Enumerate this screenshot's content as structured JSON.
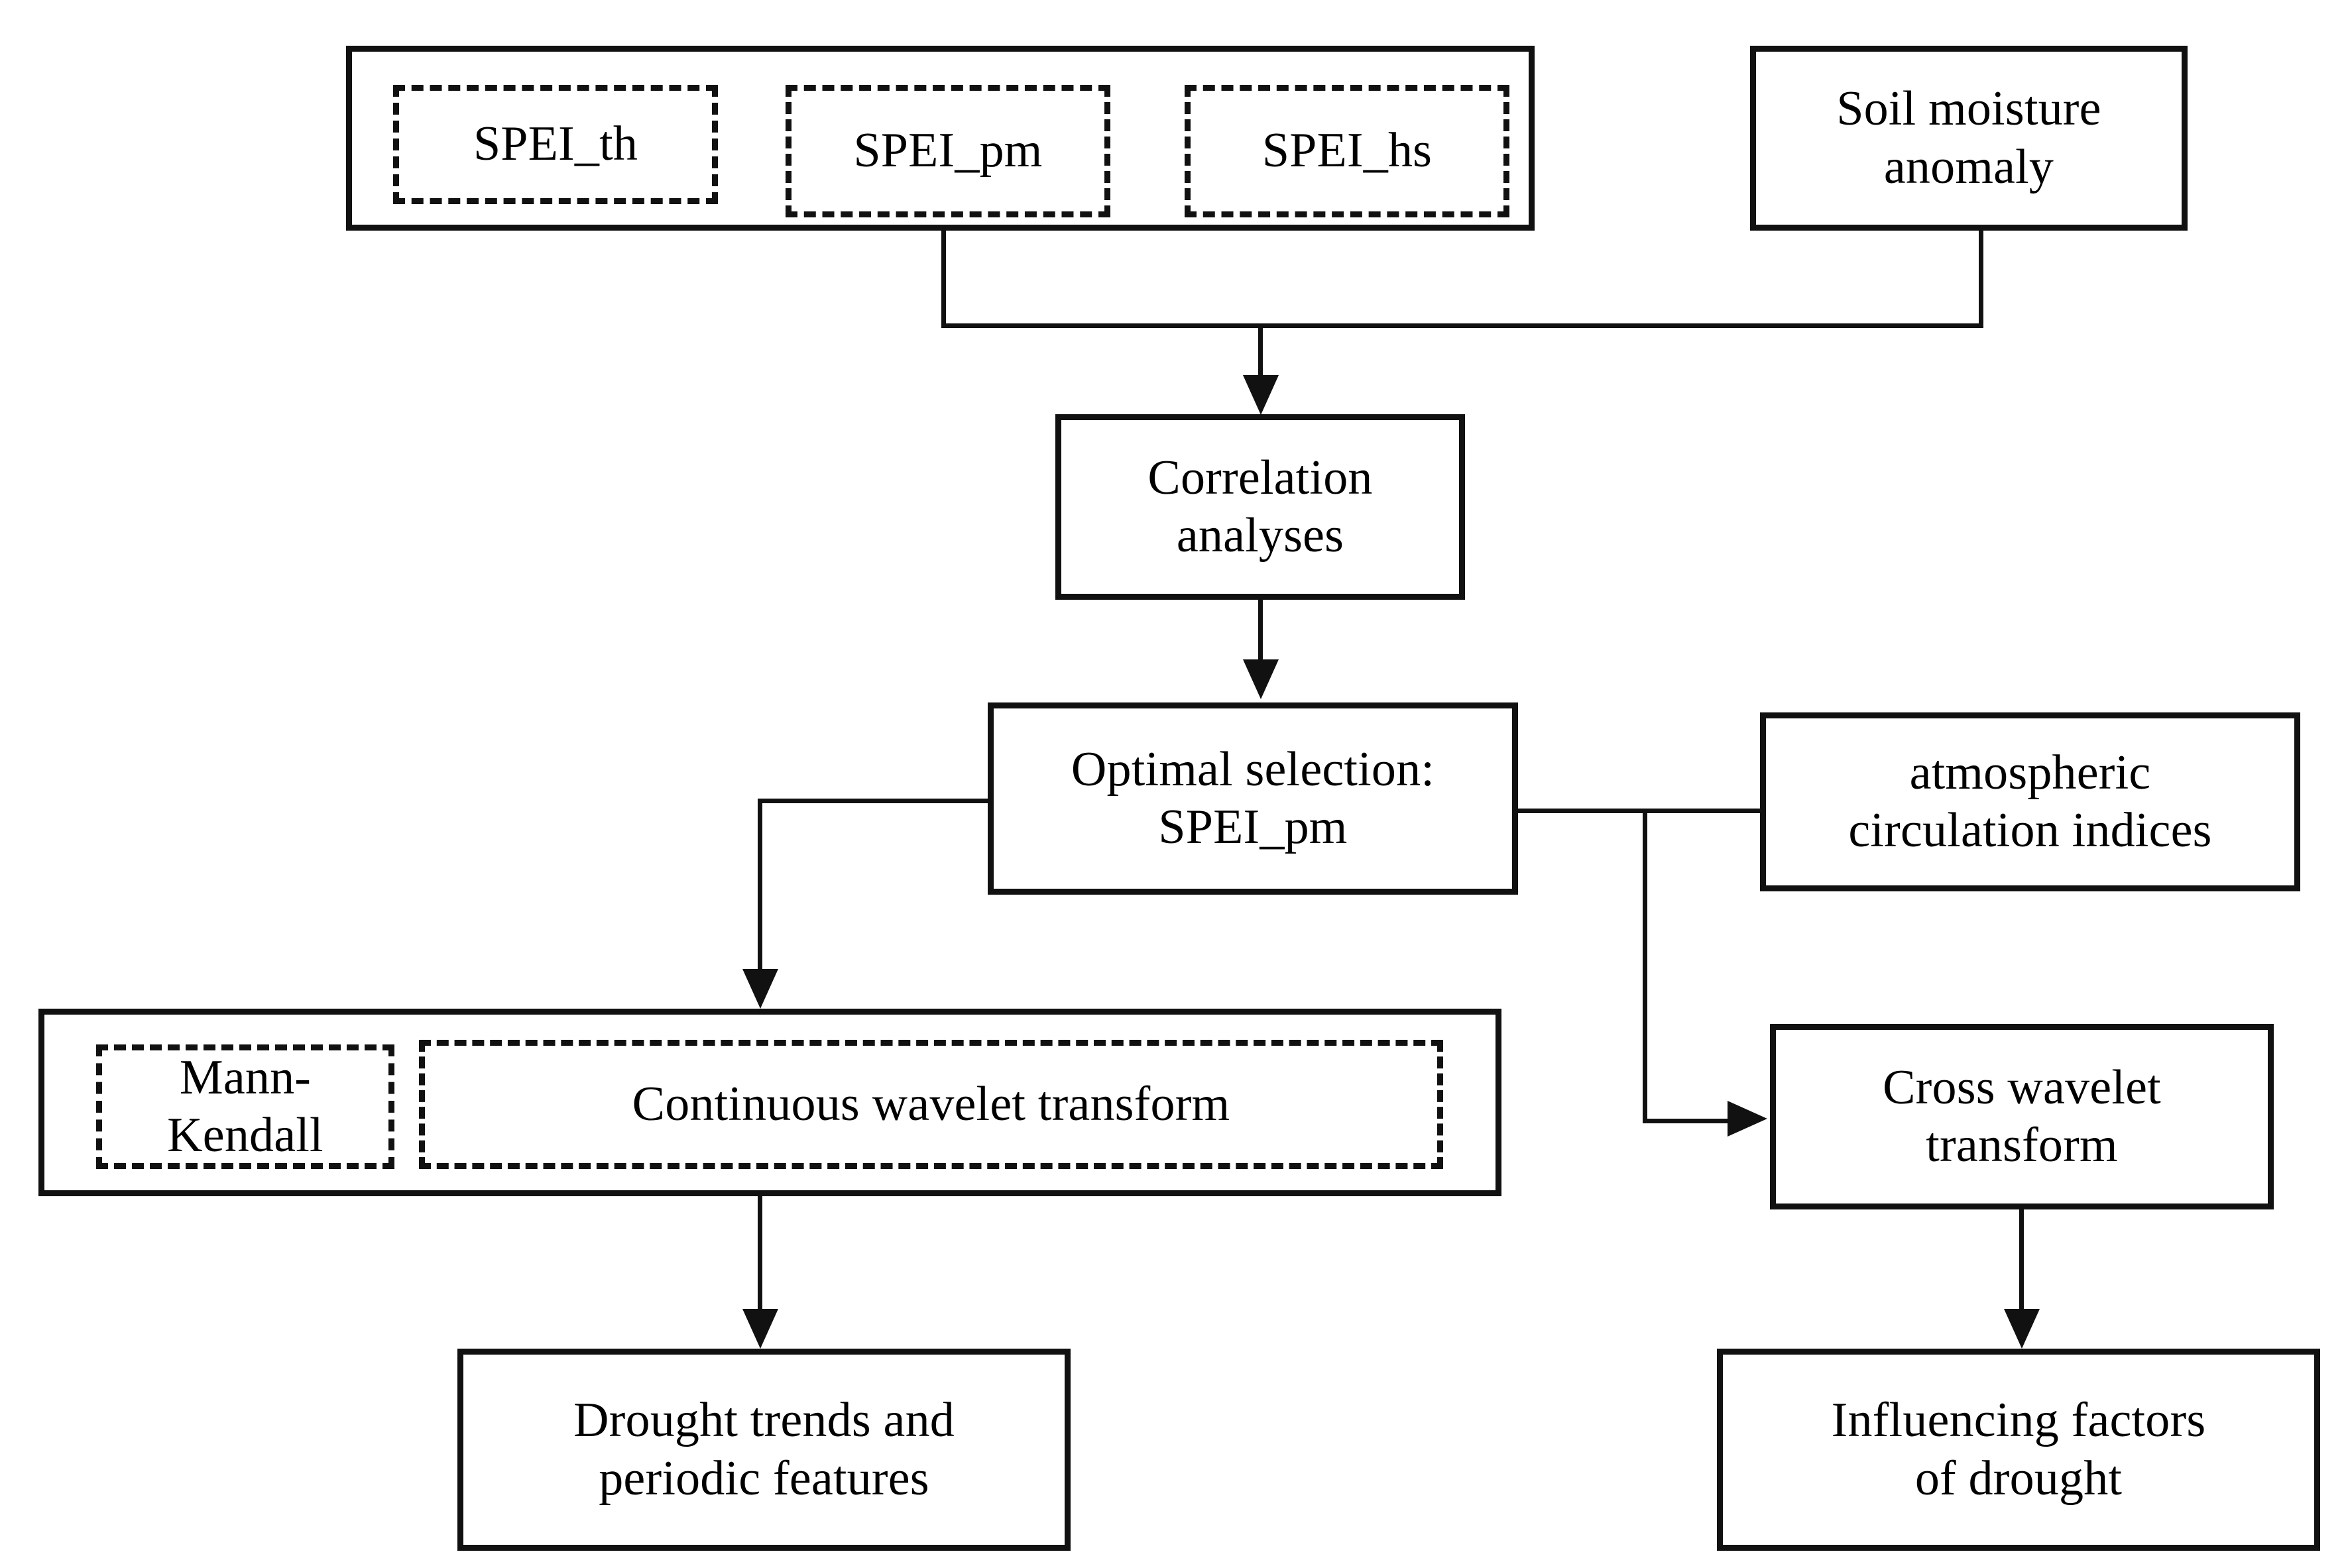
{
  "diagram": {
    "title": "Drought analysis methodology flowchart",
    "background_color": "#ffffff",
    "line_color": "#111111",
    "nodes": {
      "spei_group": {
        "style": "solid-container",
        "children": [
          {
            "id": "spei_th",
            "label": "SPEI_th",
            "style": "dashed"
          },
          {
            "id": "spei_pm",
            "label": "SPEI_pm",
            "style": "dashed"
          },
          {
            "id": "spei_hs",
            "label": "SPEI_hs",
            "style": "dashed"
          }
        ]
      },
      "soil_moisture": {
        "label": "Soil moisture\nanomaly",
        "style": "solid"
      },
      "correlation": {
        "label": "Correlation\nanalyses",
        "style": "solid"
      },
      "optimal_selection": {
        "label": "Optimal selection:\nSPEI_pm",
        "style": "solid"
      },
      "atmospheric": {
        "label": "atmospheric\ncirculation indices",
        "style": "solid"
      },
      "methods_group": {
        "style": "solid-container",
        "children": [
          {
            "id": "mann_kendall",
            "label": "Mann-Kendall",
            "style": "dashed"
          },
          {
            "id": "cwt",
            "label": "Continuous wavelet transform",
            "style": "dashed"
          }
        ]
      },
      "cross_wavelet": {
        "label": "Cross wavelet\ntransform",
        "style": "solid"
      },
      "drought_trends": {
        "label": "Drought trends and\nperiodic features",
        "style": "solid"
      },
      "influencing_factors": {
        "label": "Influencing factors\nof drought",
        "style": "solid"
      }
    },
    "edges": [
      {
        "from": "spei_group",
        "to": "correlation",
        "arrow": "down"
      },
      {
        "from": "soil_moisture",
        "to": "correlation",
        "arrow": "down"
      },
      {
        "from": "correlation",
        "to": "optimal_selection",
        "arrow": "down"
      },
      {
        "from": "optimal_selection",
        "to": "methods_group",
        "arrow": "down"
      },
      {
        "from": "optimal_selection",
        "to": "cross_wavelet",
        "arrow": "right"
      },
      {
        "from": "atmospheric",
        "to": "cross_wavelet",
        "arrow": "right"
      },
      {
        "from": "methods_group",
        "to": "drought_trends",
        "arrow": "down"
      },
      {
        "from": "cross_wavelet",
        "to": "influencing_factors",
        "arrow": "down"
      }
    ]
  }
}
